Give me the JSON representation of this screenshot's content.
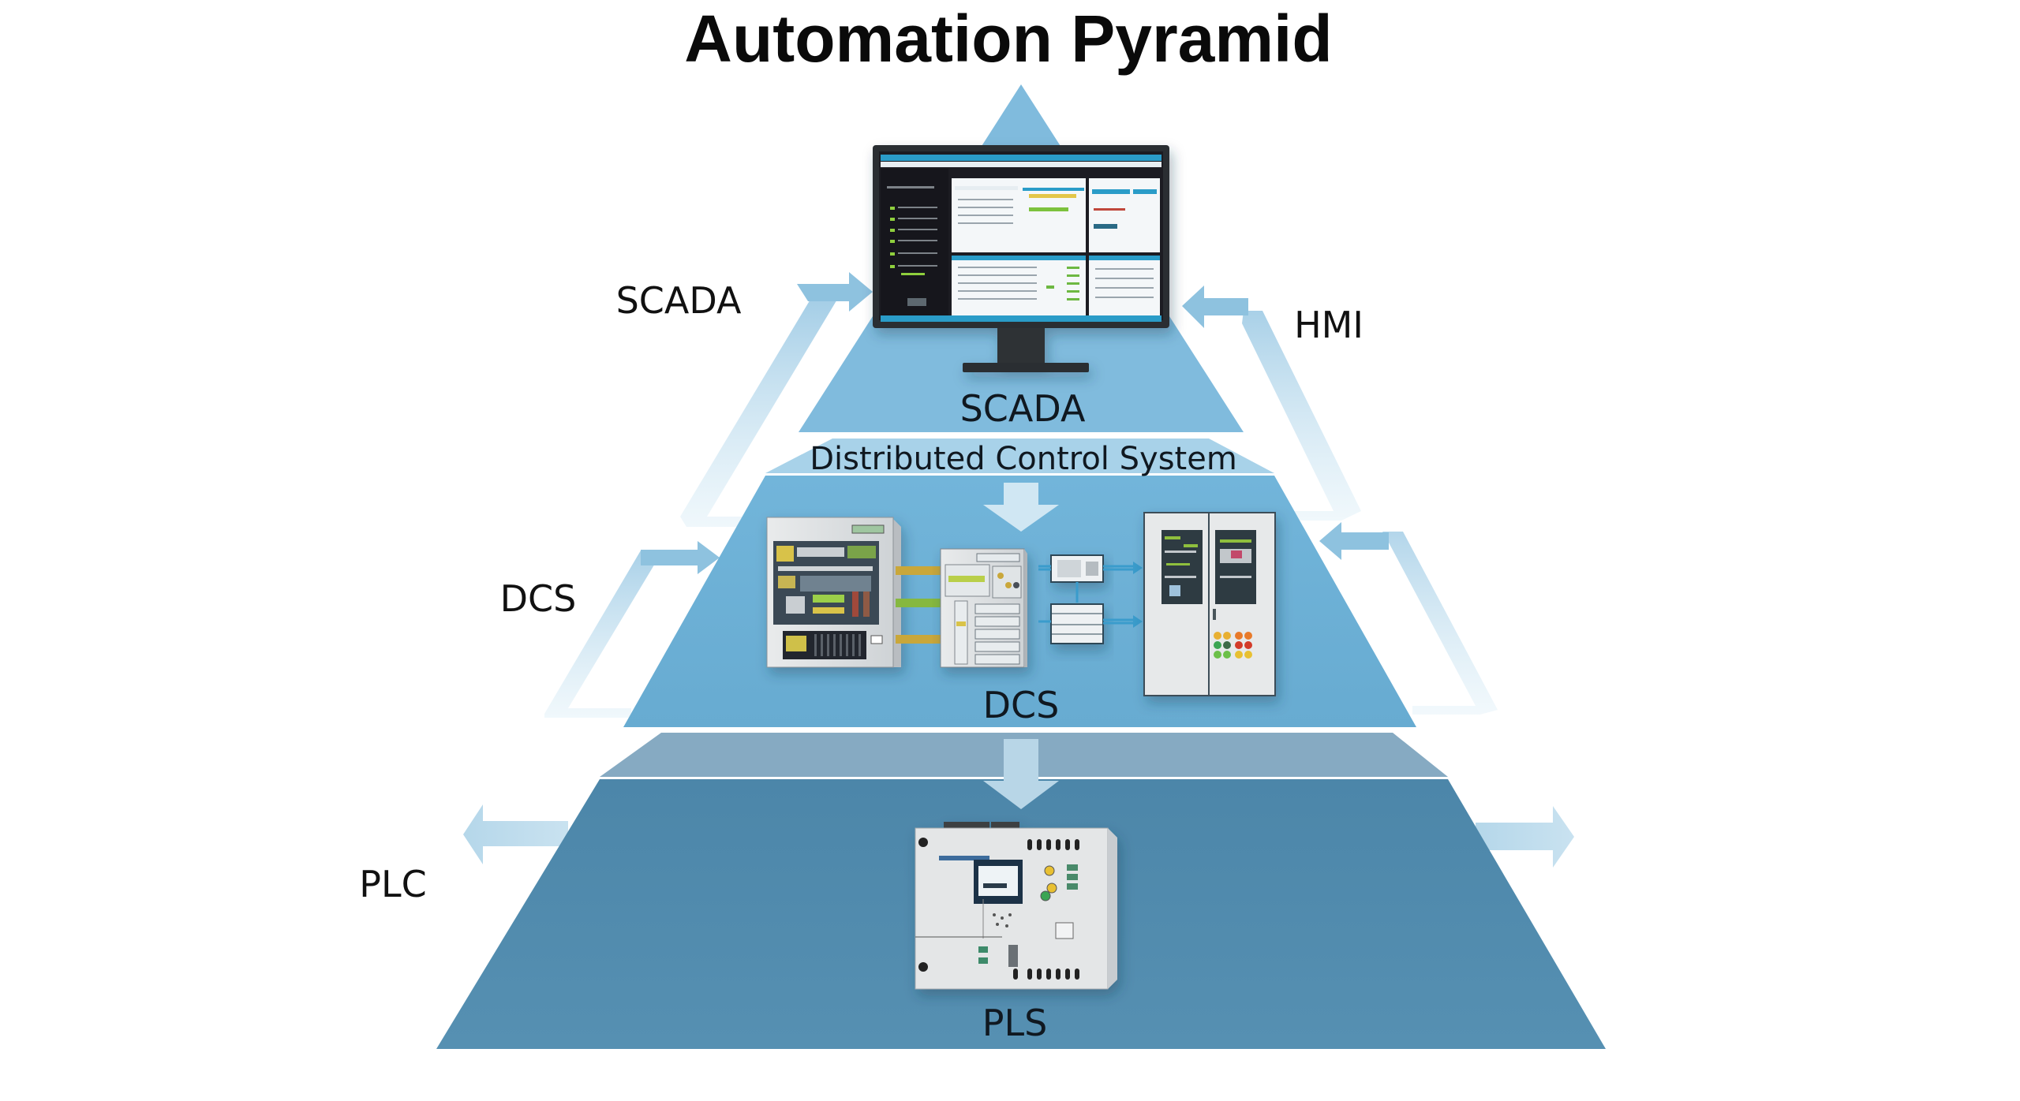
{
  "title": "Automation Pyramid",
  "tiers": [
    {
      "id": "scada",
      "label": "SCADA",
      "device": "scada-monitor",
      "color": "#7ab9db"
    },
    {
      "id": "dcs",
      "label": "DCS",
      "band_label": "Distributed Control System",
      "device": "dcs-cabinets",
      "color": "#6cb0d6"
    },
    {
      "id": "plc",
      "label": "PLS",
      "device": "plc-controller",
      "color": "#4f88aa"
    }
  ],
  "side_labels": {
    "left_top": "SCADA",
    "right_top": "HMI",
    "left_middle": "DCS",
    "left_bottom": "PLC"
  },
  "colors": {
    "apex": "#88c0df",
    "dcs_band": "#a6d1e8",
    "plc_band": "#86aac2",
    "arrow": "#b7d8ea",
    "monitor_frame": "#2b2e31",
    "monitor_screen": "#1a1d20",
    "screen_accent": "#2a9cc8"
  }
}
